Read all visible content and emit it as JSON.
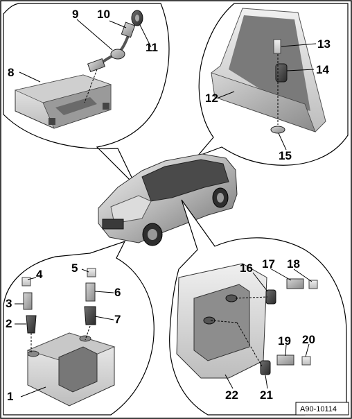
{
  "diagram": {
    "callouts": [
      "1",
      "2",
      "3",
      "4",
      "5",
      "6",
      "7",
      "8",
      "9",
      "10",
      "11",
      "12",
      "13",
      "14",
      "15",
      "16",
      "17",
      "18",
      "19",
      "20",
      "21",
      "22"
    ],
    "reference_code": "A90-10114"
  }
}
